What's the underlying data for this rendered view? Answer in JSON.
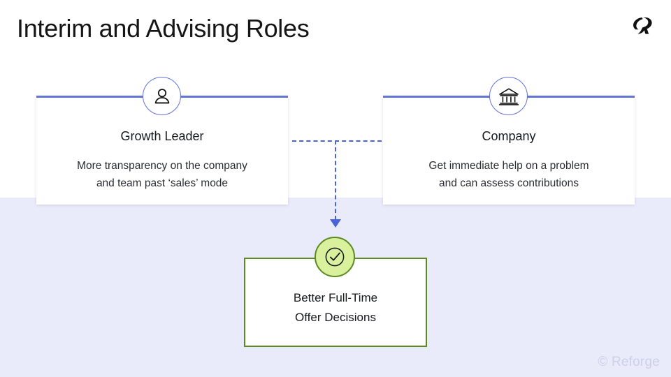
{
  "slide": {
    "title": "Interim and Advising Roles",
    "logo_icon": "reforge-logo-icon",
    "footer": "© Reforge",
    "background_top_color": "#ffffff",
    "background_bottom_color": "#e9ebfa",
    "accent_blue": "#6274d4",
    "accent_green": "#5c8a21",
    "badge_green_fill": "#d9f09c"
  },
  "cards": [
    {
      "id": "growth-leader",
      "icon": "person-icon",
      "title": "Growth Leader",
      "body_line1": "More transparency on the company",
      "body_line2": "and team past ‘sales’ mode"
    },
    {
      "id": "company",
      "icon": "bank-icon",
      "title": "Company",
      "body_line1": "Get immediate help on a problem",
      "body_line2": "and can assess contributions"
    }
  ],
  "connector": {
    "style": "dashed",
    "color": "#4a63d8",
    "arrow_direction": "down"
  },
  "outcome": {
    "icon": "check-circle-icon",
    "line1": "Better Full-Time",
    "line2": "Offer Decisions",
    "border_color": "#5c8a21"
  }
}
